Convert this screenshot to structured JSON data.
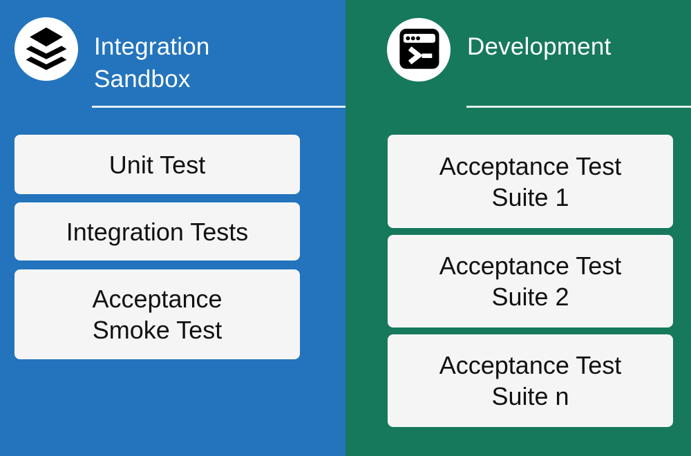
{
  "diagram": {
    "box_bg_color": "#F5F5F5",
    "box_text_color": "#111111",
    "left_panel": {
      "bg_color": "#2374BC",
      "icon": "layers-stack-icon",
      "title": "Integration\nSandbox",
      "boxes": [
        {
          "label": "Unit Test"
        },
        {
          "label": "Integration Tests"
        },
        {
          "label": "Acceptance\nSmoke Test"
        }
      ]
    },
    "right_panel": {
      "bg_color": "#17795B",
      "icon": "terminal-icon",
      "title": "Development",
      "boxes": [
        {
          "label": "Acceptance Test\nSuite 1"
        },
        {
          "label": "Acceptance Test\nSuite 2"
        },
        {
          "label": "Acceptance Test\nSuite n"
        }
      ]
    }
  }
}
